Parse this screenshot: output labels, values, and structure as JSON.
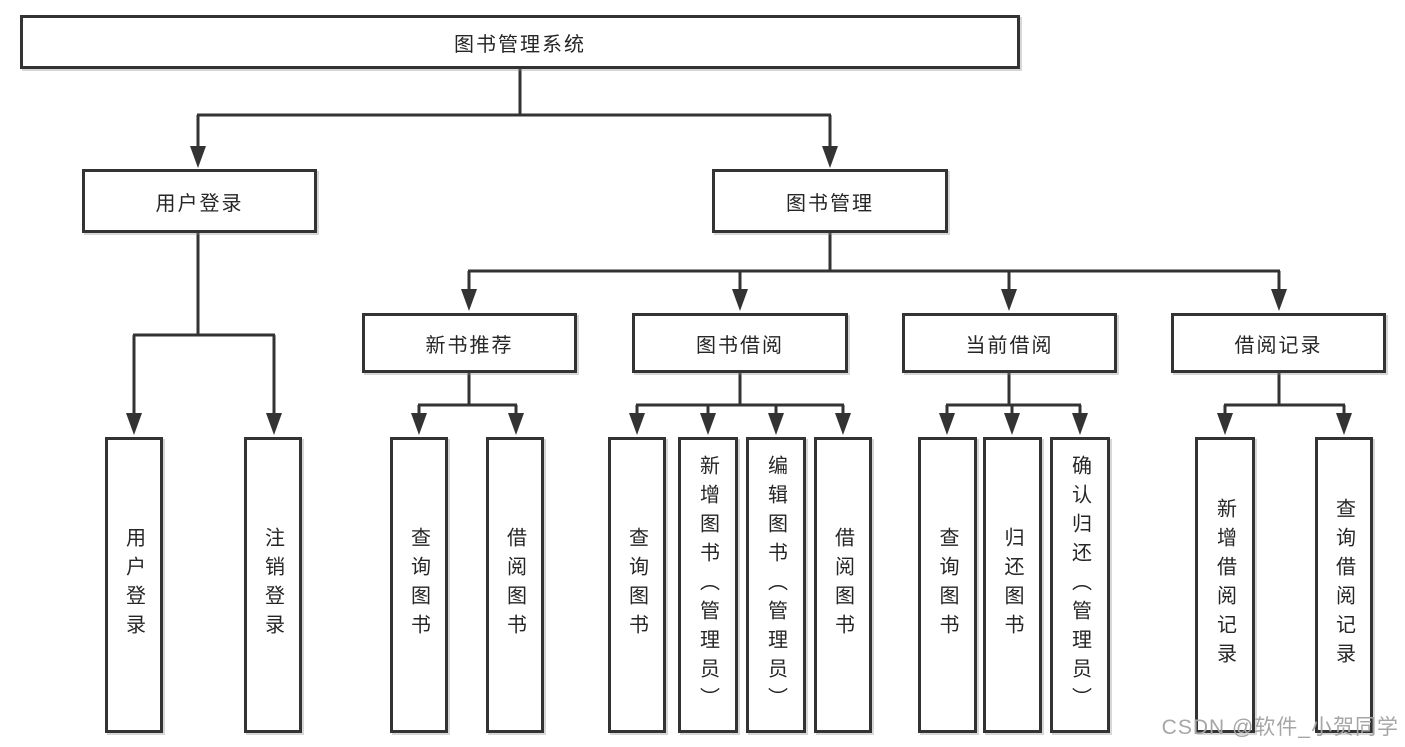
{
  "org_chart": {
    "root": {
      "label": "图书管理系统"
    },
    "branches": [
      {
        "label": "用户登录",
        "children": [
          {
            "label": "用户登录"
          },
          {
            "label": "注销登录"
          }
        ]
      },
      {
        "label": "图书管理",
        "children": [
          {
            "label": "新书推荐",
            "children": [
              {
                "label": "查询图书"
              },
              {
                "label": "借阅图书"
              }
            ]
          },
          {
            "label": "图书借阅",
            "children": [
              {
                "label": "查询图书"
              },
              {
                "label": "新增图书（管理员）"
              },
              {
                "label": "编辑图书（管理员）"
              },
              {
                "label": "借阅图书"
              }
            ]
          },
          {
            "label": "当前借阅",
            "children": [
              {
                "label": "查询图书"
              },
              {
                "label": "归还图书"
              },
              {
                "label": "确认归还（管理员）"
              }
            ]
          },
          {
            "label": "借阅记录",
            "children": [
              {
                "label": "新增借阅记录"
              },
              {
                "label": "查询借阅记录"
              }
            ]
          }
        ]
      }
    ]
  },
  "watermark": {
    "text": "CSDN @软件_小贺同学"
  },
  "colors": {
    "line": "#333333",
    "text": "#262626",
    "watermark": "#a6a6a6",
    "background": "#ffffff"
  }
}
